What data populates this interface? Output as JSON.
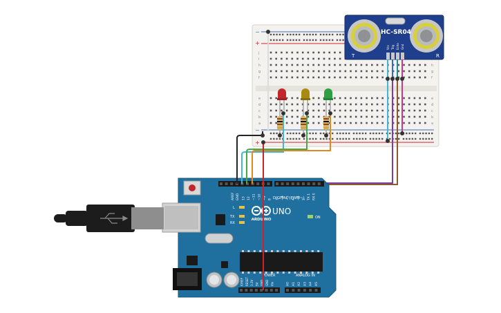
{
  "sensor": {
    "model": "HC-SR04",
    "left_mark": "T",
    "right_mark": "R",
    "pins": [
      "Vcc",
      "Trig",
      "Echo",
      "Gnd"
    ]
  },
  "arduino": {
    "brand": "ARDUINO",
    "model": "UNO",
    "digital_header": "DIGITAL (PWM~)",
    "power_header": "POWER",
    "analog_header": "ANALOG IN",
    "on_label": "ON",
    "tx_label": "TX",
    "rx_label": "RX",
    "l_label": "L",
    "aref": "AREF",
    "gnd": "GND",
    "digital_pins": [
      "13",
      "12",
      "~11",
      "~10",
      "~9",
      "8",
      "7",
      "~6",
      "~5",
      "4",
      "~3",
      "2",
      "TX 1",
      "RX 0"
    ],
    "power_pins": [
      "IOREF",
      "RESET",
      "3.3V",
      "5V",
      "GND",
      "GND",
      "Vin"
    ],
    "analog_pins": [
      "A0",
      "A1",
      "A2",
      "A3",
      "A4",
      "A5"
    ]
  },
  "breadboard": {
    "row_letters_top": [
      "j",
      "i",
      "h",
      "g",
      "f"
    ],
    "row_letters_bottom": [
      "e",
      "d",
      "c",
      "b",
      "a"
    ]
  },
  "leds": [
    {
      "color": "red",
      "hex": "#c0262b"
    },
    {
      "color": "yellow",
      "hex": "#a88a12"
    },
    {
      "color": "green",
      "hex": "#2ea043"
    }
  ],
  "wires": {
    "black": "#222222",
    "red": "#d0202a",
    "cyan": "#43b6d6",
    "green": "#46a94a",
    "orange": "#e2891c",
    "blue": "#2a6fc4",
    "purple": "#7a3da3",
    "brown": "#8a5a2b",
    "pink": "#c23a8c",
    "teal": "#1f8e8e"
  }
}
